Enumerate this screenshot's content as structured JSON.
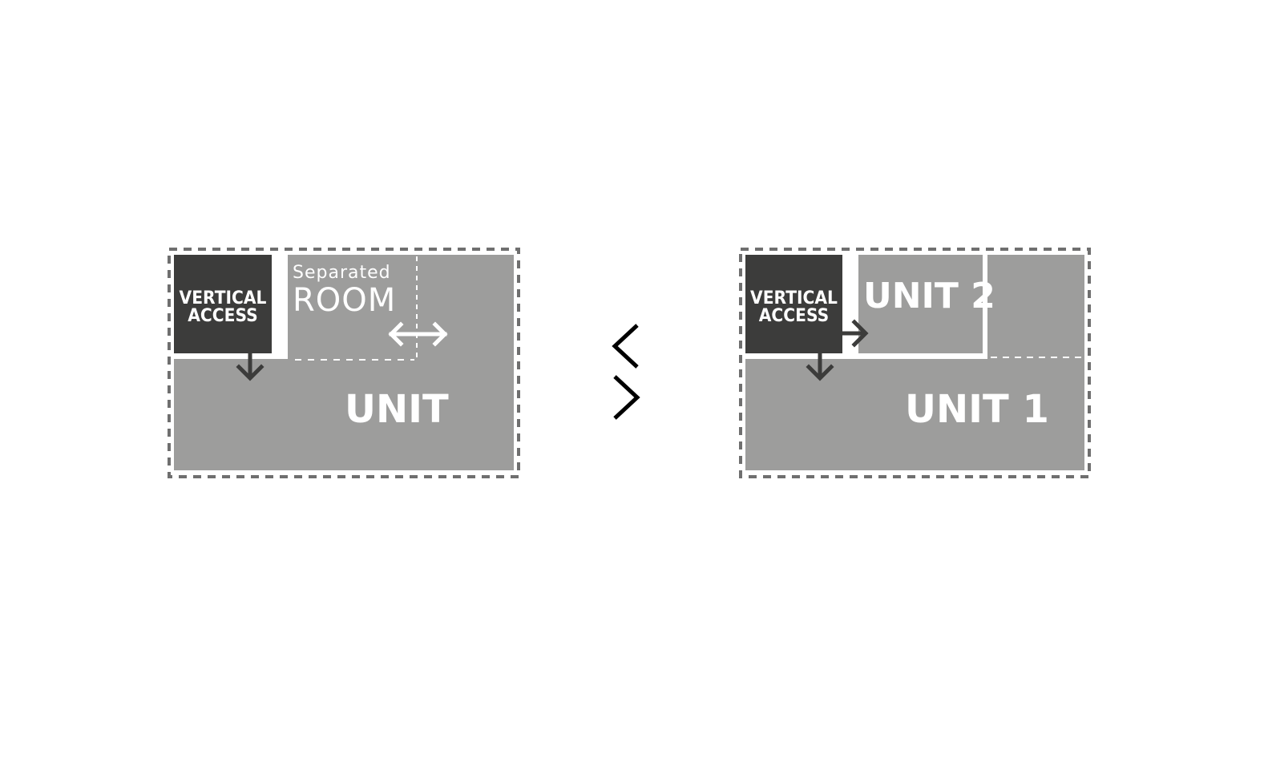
{
  "diagrams": {
    "left": {
      "vertical_access": "VERTICAL\nACCESS",
      "separated_label": "Separated",
      "room_label": "ROOM",
      "unit_label": "UNIT"
    },
    "right": {
      "vertical_access": "VERTICAL\nACCESS",
      "unit2_label": "UNIT 2",
      "unit1_label": "UNIT 1"
    },
    "comparison_symbols": [
      "<",
      ">"
    ]
  },
  "colors": {
    "room_fill": "#9d9d9c",
    "access_fill": "#3c3c3b",
    "dash_border": "#6f6f6f",
    "arrow_dark": "#3c3c3b",
    "symbol": "#000000",
    "text": "#ffffff"
  },
  "icons": [
    "arrow-down-icon",
    "double-arrow-icon",
    "arrow-right-icon",
    "less-than-icon",
    "greater-than-icon"
  ]
}
